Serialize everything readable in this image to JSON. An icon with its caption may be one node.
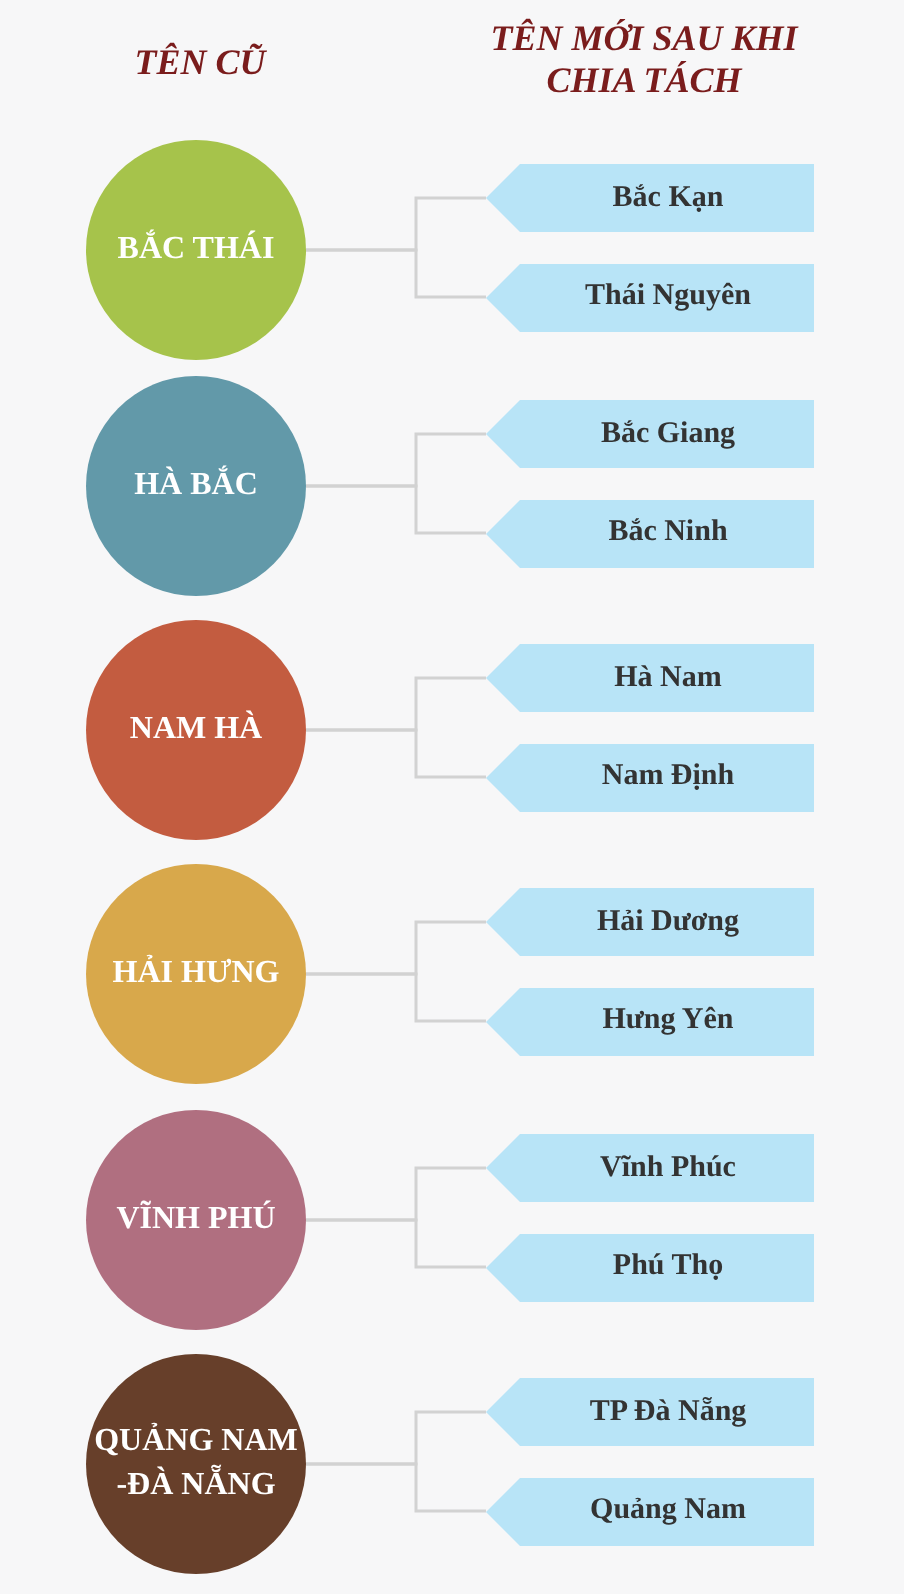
{
  "diagram": {
    "nodes": [
      {
        "text": [
          "BẮC THÁI"
        ]
      },
      {
        "text": [
          "Bắc Kạn"
        ]
      },
      {
        "text": [
          "Thái Nguyên"
        ]
      },
      {
        "text": [
          "HÀ BẮC"
        ]
      },
      {
        "text": [
          "Bắc Giang"
        ]
      },
      {
        "text": [
          "Bắc Ninh"
        ]
      },
      {
        "text": [
          "NAM HÀ"
        ]
      },
      {
        "text": [
          "Hà Nam"
        ]
      },
      {
        "text": [
          "Nam Định"
        ]
      },
      {
        "text": [
          "HẢI HƯNG"
        ]
      },
      {
        "text": [
          "Hải Dương"
        ]
      },
      {
        "text": [
          "Hưng Yên"
        ]
      },
      {
        "text": [
          "VĨNH PHÚ"
        ]
      },
      {
        "text": [
          "Vĩnh Phúc"
        ]
      },
      {
        "text": [
          "Phú Thọ"
        ]
      },
      {
        "text": [
          "QUẢNG NAM -ĐÀ NẴNG"
        ]
      },
      {
        "text": [
          "TP Đà Nẵng"
        ]
      },
      {
        "text": [
          "Quảng Nam"
        ]
      }
    ],
    "edges": [
      {
        "from": 0,
        "to": 1,
        "arrow": "none"
      },
      {
        "from": 0,
        "to": 2,
        "arrow": "none"
      },
      {
        "from": 3,
        "to": 4,
        "arrow": "none"
      },
      {
        "from": 3,
        "to": 5,
        "arrow": "none"
      },
      {
        "from": 6,
        "to": 7,
        "arrow": "none"
      },
      {
        "from": 6,
        "to": 8,
        "arrow": "none"
      },
      {
        "from": 9,
        "to": 10,
        "arrow": "none"
      },
      {
        "from": 9,
        "to": 11,
        "arrow": "none"
      },
      {
        "from": 12,
        "to": 13,
        "arrow": "none"
      },
      {
        "from": 12,
        "to": 14,
        "arrow": "none"
      },
      {
        "from": 15,
        "to": 16,
        "arrow": "none"
      },
      {
        "from": 15,
        "to": 17,
        "arrow": "none"
      }
    ],
    "labels": [
      "TÊN CŨ",
      "TÊN MỚI SAU KHI CHIA TÁCH"
    ]
  }
}
